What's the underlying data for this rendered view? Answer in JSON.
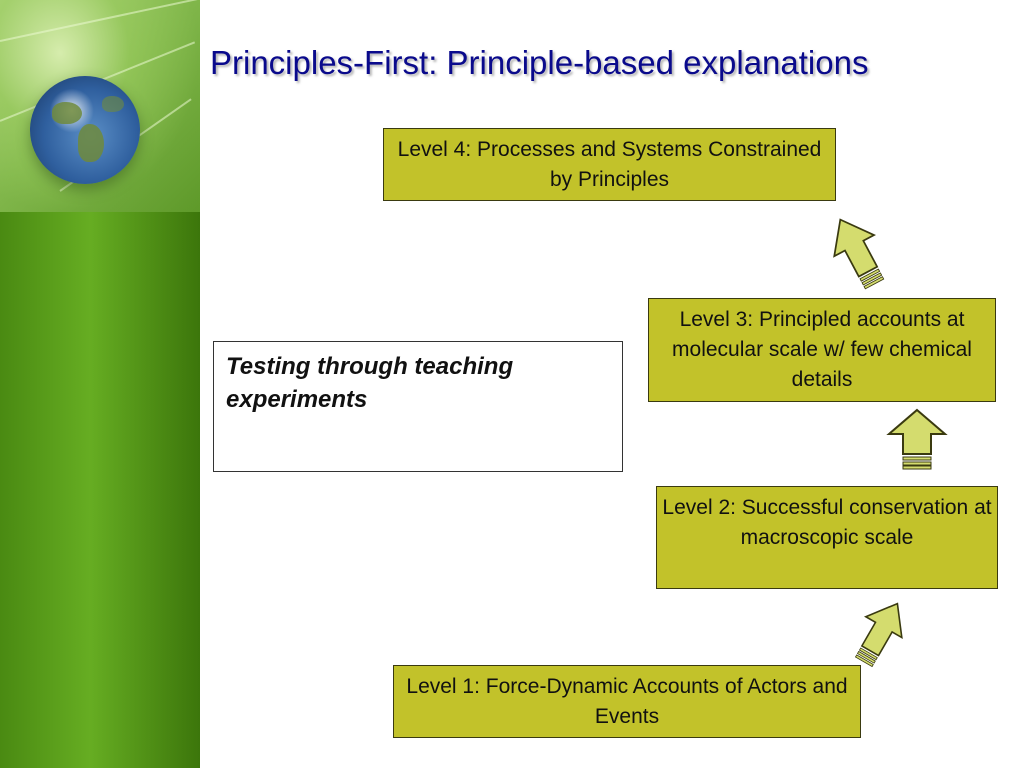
{
  "slide": {
    "title": "Principles-First: Principle-based explanations"
  },
  "note": {
    "text": "Testing through teaching experiments"
  },
  "levels": [
    {
      "label": "Level 1: Force-Dynamic Accounts of Actors and Events"
    },
    {
      "label": "Level 2: Successful conservation at macroscopic scale"
    },
    {
      "label": "Level 3: Principled accounts at molecular scale w/ few chemical details"
    },
    {
      "label": "Level 4: Processes and Systems Constrained by Principles"
    }
  ],
  "colors": {
    "title": "#0a0a8c",
    "box_fill": "#c2c22a",
    "arrow_fill": "#d4dc6e",
    "sidebar": "#5fa81d"
  },
  "icons": {
    "sidebar_image": "globe-water-drop-on-leaf",
    "arrows": "up-arrow"
  }
}
